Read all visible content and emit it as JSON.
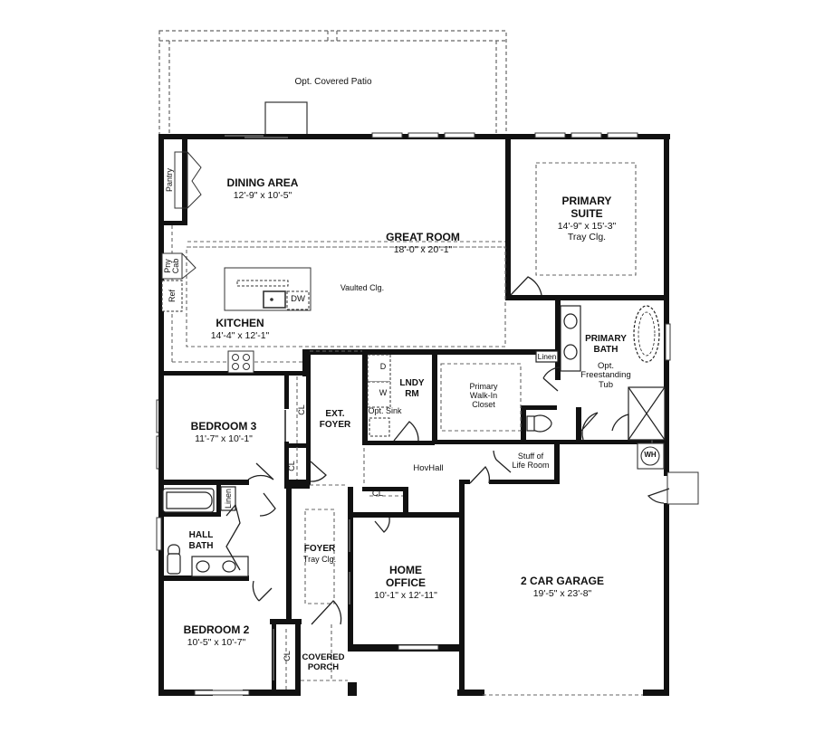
{
  "plan": {
    "rooms": {
      "covered_patio": {
        "name": "Opt. Covered Patio"
      },
      "dining": {
        "name": "DINING AREA",
        "dim": "12'-9\" x 10'-5\""
      },
      "great_room": {
        "name": "GREAT ROOM",
        "dim": "18'-0\" x 20'-1\"",
        "note": "Vaulted Clg."
      },
      "kitchen": {
        "name": "KITCHEN",
        "dim": "14'-4\" x 12'-1\""
      },
      "primary_suite": {
        "name": "PRIMARY",
        "name2": "SUITE",
        "dim": "14'-9\" x 15'-3\"",
        "note": "Tray Clg."
      },
      "primary_bath": {
        "name": "PRIMARY",
        "name2": "BATH",
        "note1": "Opt.",
        "note2": "Freestanding",
        "note3": "Tub"
      },
      "primary_closet": {
        "line1": "Primary",
        "line2": "Walk-In",
        "line3": "Closet"
      },
      "laundry": {
        "name": "LNDY",
        "name2": "RM",
        "sink": "Opt. Sink",
        "dryer": "D",
        "washer": "W"
      },
      "ext_foyer": {
        "name": "EXT.",
        "name2": "FOYER"
      },
      "bedroom3": {
        "name": "BEDROOM 3",
        "dim": "11'-7\" x 10'-1\""
      },
      "hall_bath": {
        "name": "HALL",
        "name2": "BATH"
      },
      "foyer": {
        "name": "FOYER",
        "note": "Tray Clg."
      },
      "home_office": {
        "name": "HOME",
        "name2": "OFFICE",
        "dim": "10'-1\" x 12'-11\""
      },
      "garage": {
        "name": "2 CAR GARAGE",
        "dim": "19'-5\" x 23'-8\""
      },
      "bedroom2": {
        "name": "BEDROOM 2",
        "dim": "10'-5\" x 10'-7\""
      },
      "covered_porch": {
        "name": "COVERED",
        "name2": "PORCH"
      },
      "hovhall": {
        "name": "HovHall"
      },
      "stuff_of_life": {
        "line1": "Stuff of",
        "line2": "Life Room"
      }
    },
    "fixtures": {
      "pantry": "Pantry",
      "pantry_cab": "Pny",
      "pantry_cab2": "Cab",
      "ref": "Ref",
      "dw": "DW",
      "linen_primary": "Linen",
      "linen_hall": "Linen",
      "cl": "CL",
      "water_heater": "WH"
    }
  }
}
